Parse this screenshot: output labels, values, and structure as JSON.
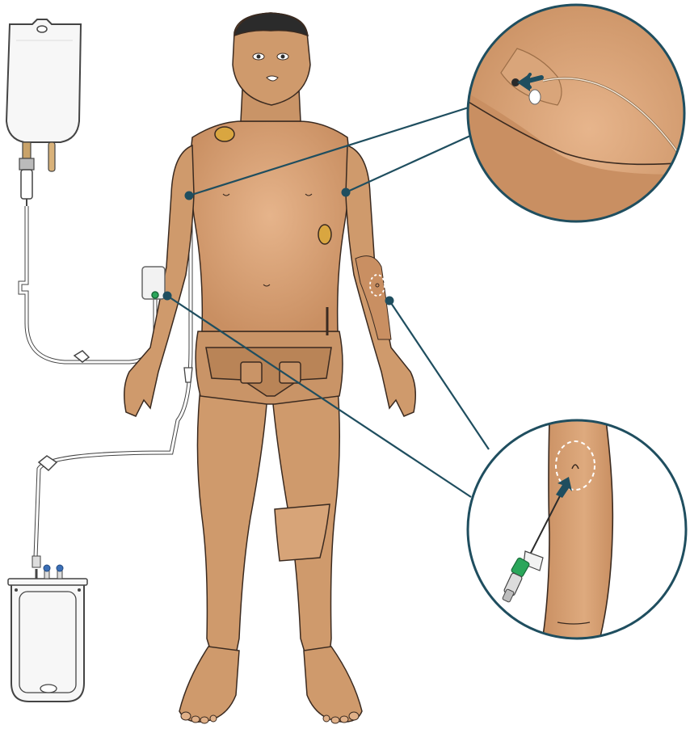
{
  "figure": {
    "colors": {
      "skin": "#cf9a6c",
      "skin_shadow": "#a87450",
      "skin_light": "#e2b48a",
      "outline": "#3a2a20",
      "callout_line": "#1f4e5f",
      "callout_dot": "#1f4e5f",
      "port_yellow": "#d9a640",
      "bag_fill": "#f7f7f7",
      "bag_outline": "#444444",
      "tube": "#ffffff",
      "connector_green": "#2aa65a",
      "cap_blue": "#3b6fb6",
      "arrow": "#1f4e5f",
      "hair": "#2b2b2b",
      "dashed_ring": "#ffffff"
    },
    "components": [
      "iv-bag",
      "drainage-bag",
      "manikin",
      "upper-arm-port-detail",
      "forearm-iv-site-detail"
    ],
    "icons": [
      "arrow-icon",
      "iv-catheter-icon",
      "dashed-circle-icon"
    ]
  }
}
